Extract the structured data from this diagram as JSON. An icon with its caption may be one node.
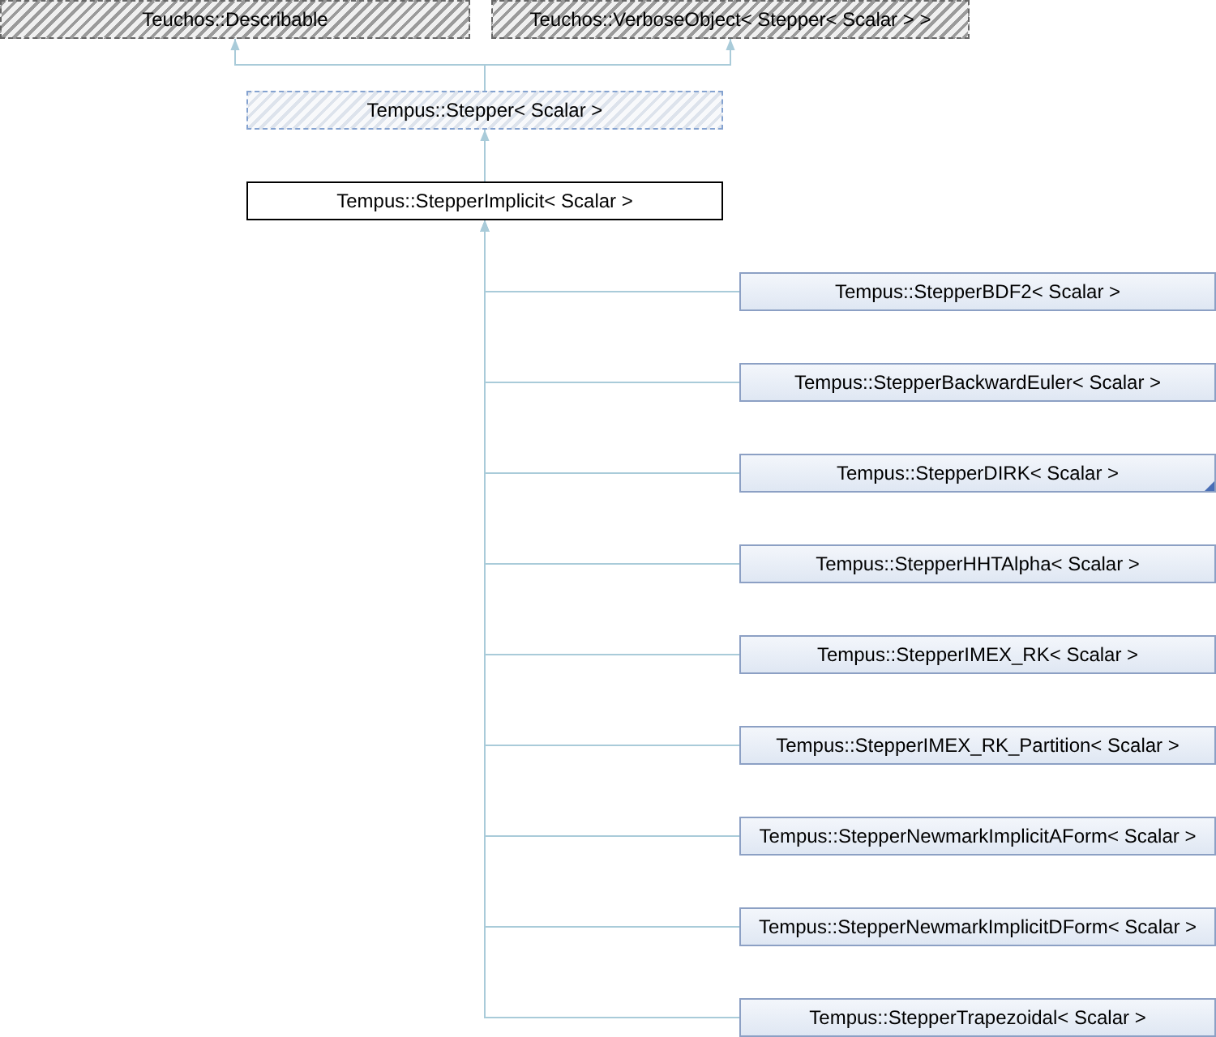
{
  "diagram": {
    "nodes": [
      {
        "text": [
          "Teuchos::Describable"
        ]
      },
      {
        "text": [
          "Teuchos::VerboseObject< Stepper< Scalar > >"
        ]
      },
      {
        "text": [
          "Tempus::Stepper< Scalar >"
        ]
      },
      {
        "text": [
          "Tempus::StepperImplicit< Scalar >"
        ]
      },
      {
        "text": [
          "Tempus::StepperBDF2< Scalar >"
        ]
      },
      {
        "text": [
          "Tempus::StepperBackwardEuler< Scalar >"
        ]
      },
      {
        "text": [
          "Tempus::StepperDIRK< Scalar >"
        ]
      },
      {
        "text": [
          "Tempus::StepperHHTAlpha< Scalar >"
        ]
      },
      {
        "text": [
          "Tempus::StepperIMEX_RK< Scalar >"
        ]
      },
      {
        "text": [
          "Tempus::StepperIMEX_RK_Partition< Scalar >"
        ]
      },
      {
        "text": [
          "Tempus::StepperNewmarkImplicitAForm< Scalar >"
        ]
      },
      {
        "text": [
          "Tempus::StepperNewmarkImplicitDForm< Scalar >"
        ]
      },
      {
        "text": [
          "Tempus::StepperTrapezoidal< Scalar >"
        ]
      }
    ],
    "edges": [
      {
        "from": 2,
        "to": 0,
        "arrow": "to"
      },
      {
        "from": 2,
        "to": 1,
        "arrow": "to"
      },
      {
        "from": 3,
        "to": 2,
        "arrow": "to"
      },
      {
        "from": 4,
        "to": 3,
        "arrow": "to"
      },
      {
        "from": 5,
        "to": 3,
        "arrow": "to"
      },
      {
        "from": 6,
        "to": 3,
        "arrow": "to"
      },
      {
        "from": 7,
        "to": 3,
        "arrow": "to"
      },
      {
        "from": 8,
        "to": 3,
        "arrow": "to"
      },
      {
        "from": 9,
        "to": 3,
        "arrow": "to"
      },
      {
        "from": 10,
        "to": 3,
        "arrow": "to"
      },
      {
        "from": 11,
        "to": 3,
        "arrow": "to"
      },
      {
        "from": 12,
        "to": 3,
        "arrow": "to"
      }
    ]
  }
}
